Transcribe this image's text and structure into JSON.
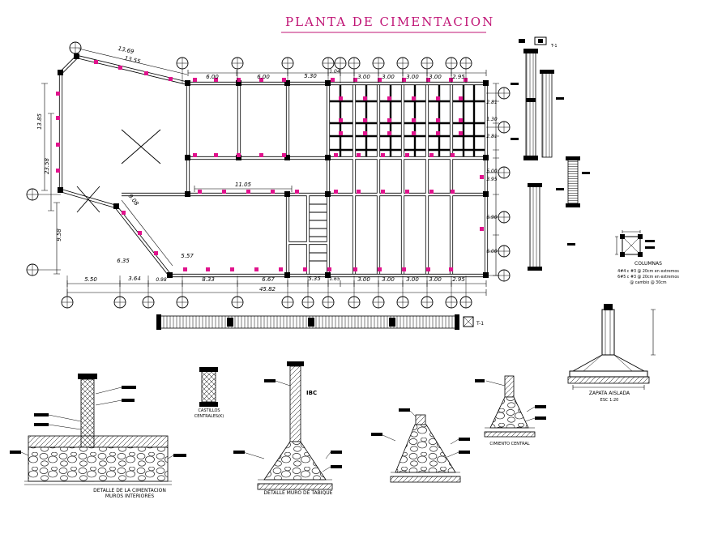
{
  "title": "PLANTA DE CIMENTACION",
  "colors": {
    "title": "#c01576",
    "marker": "#e0138c"
  },
  "plan": {
    "dims_top": [
      "6.00",
      "6.00",
      "5.30",
      "1.04",
      "3.00",
      "3.00",
      "3.00",
      "3.00",
      "2.95"
    ],
    "dims_diag": [
      "13.69",
      "13.55"
    ],
    "dims_bottom": [
      "5.50",
      "3.64",
      "0.98",
      "8.33",
      "6.67",
      "5.35",
      "1.65",
      "3.00",
      "3.00",
      "3.00",
      "3.00",
      "2.95"
    ],
    "dim_total": "45.82",
    "dims_left": [
      "13.85",
      "23.58",
      "9.58"
    ],
    "dims_right": [
      "2.81",
      "1.30",
      "2.81",
      "5.00",
      "3.95",
      "5.90",
      "5.00"
    ],
    "dims_inner": {
      "d1": "9.08",
      "d2": "11.05",
      "d3": "6.35",
      "d4": "5.57"
    }
  },
  "details": {
    "columnas": {
      "title": "COLUMNAS",
      "note1": "4#4 c #3 @ 20cm en extremos",
      "note2": "6#5 c #3 @ 20cm en extremos",
      "note3": "@ cambio @ 30cm"
    },
    "zapata": {
      "title": "ZAPATA AISLADA",
      "scale": "ESC 1:20"
    },
    "cimentacion": {
      "line1": "DETALLE DE LA CIMENTACION",
      "line2": "MUROS INTERIORES"
    },
    "tabique": {
      "title": "DETALLE MURO DE TABIQUE",
      "mark": "IBC"
    },
    "cimiento": {
      "title": "CIMIENTO CENTRAL"
    },
    "castillos": {
      "line1": "CASTILLOS",
      "line2": "CENTRALES(K)"
    },
    "section_mark": "T-1"
  }
}
